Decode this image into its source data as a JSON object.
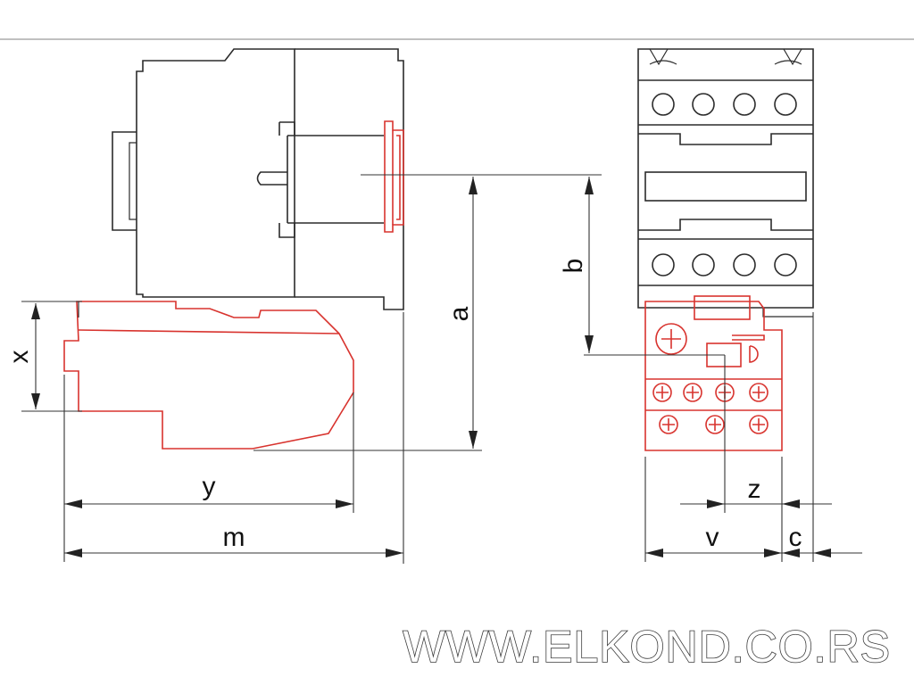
{
  "diagram": {
    "labels": {
      "x": "x",
      "y": "y",
      "m": "m",
      "a": "a",
      "b": "b",
      "z": "z",
      "v": "v",
      "c": "c"
    },
    "watermark": "WWW.ELKOND.CO.RS",
    "colors": {
      "outline": "#2b2b2b",
      "relay": "#d8332e",
      "dimension": "#333333"
    }
  }
}
